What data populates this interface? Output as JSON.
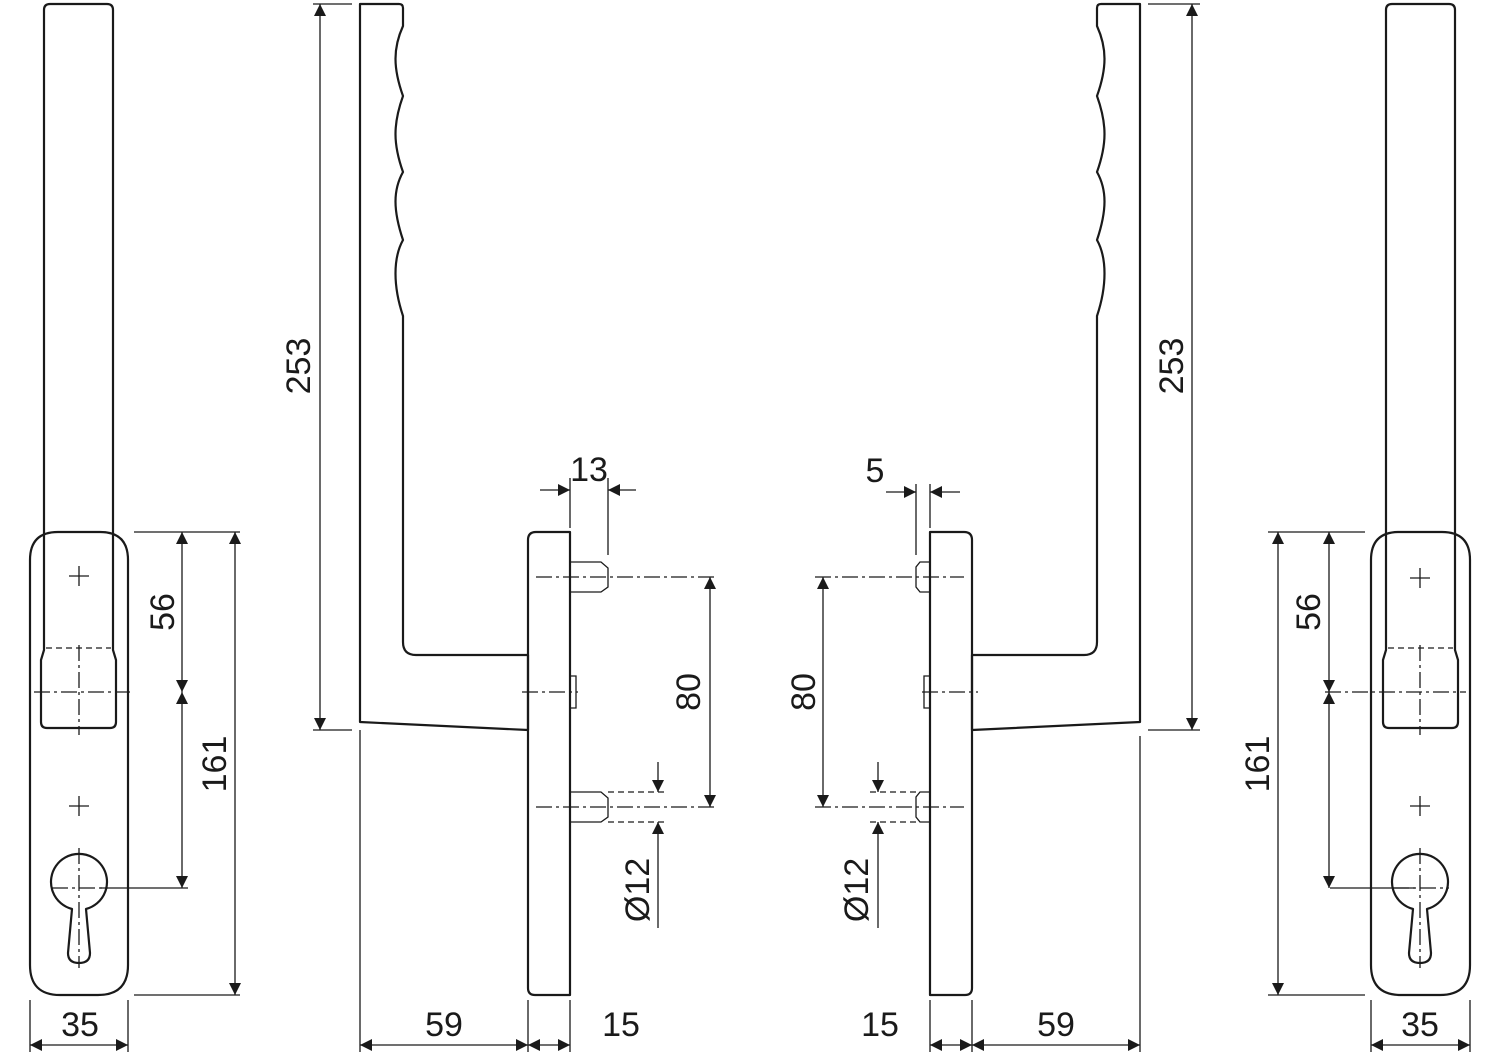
{
  "dimensions": {
    "left_front": {
      "width": "35",
      "top_to_spindle": "56",
      "overall": "161"
    },
    "left_side": {
      "handle_height": "253",
      "lever_length": "59",
      "plate_depth": "15",
      "pin_offset": "13",
      "pin_spacing": "80",
      "pin_diameter": "Ø12"
    },
    "right_side": {
      "handle_height": "253",
      "lever_length": "59",
      "plate_depth": "15",
      "pin_offset": "5",
      "pin_spacing": "80",
      "pin_diameter": "Ø12"
    },
    "right_front": {
      "width": "35",
      "top_to_spindle": "56",
      "overall": "161"
    }
  }
}
